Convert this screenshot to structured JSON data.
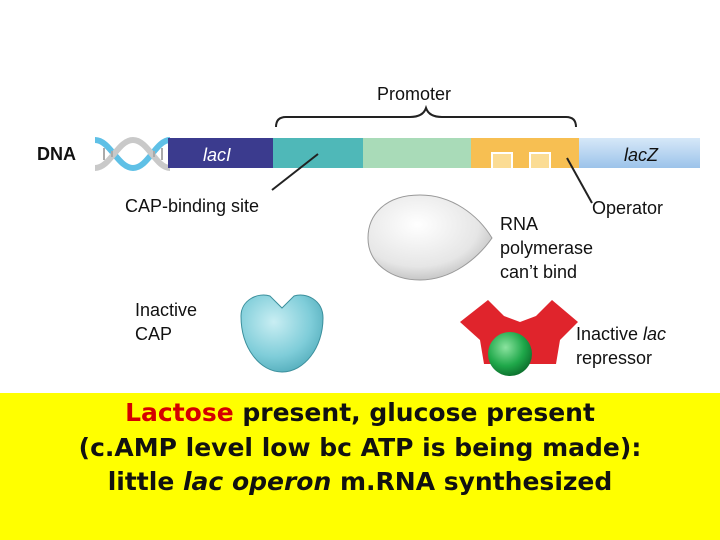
{
  "labels": {
    "promoter": "Promoter",
    "dna": "DNA",
    "lacI": "lacI",
    "lacZ": "lacZ",
    "cap_site": "CAP-binding site",
    "operator": "Operator",
    "rnap_line1": "RNA",
    "rnap_line2": "polymerase",
    "rnap_line3": "can’t bind",
    "cap_line1": "Inactive",
    "cap_line2": "CAP",
    "rep_line1": "Inactive ",
    "rep_line1_em": "lac",
    "rep_line2": "repressor"
  },
  "caption": {
    "l1_red": "Lactose",
    "l1_rest": " present, glucose present",
    "l2": "(c.AMP level low bc ATP is being made):",
    "l3_a": "little ",
    "l3_em": "lac operon",
    "l3_b": " m.RNA synthesized"
  },
  "colors": {
    "lacI": "#3b3b8e",
    "cap_site": "#4fb8b8",
    "promoter_mid": "#a9dbb8",
    "operator": "#f7bf52",
    "lacZ": "#b3d3f2",
    "cap_protein": "#7fcdd9",
    "repressor": "#e0242c",
    "inducer": "#1fa84a",
    "caption_bg": "#ffff00"
  }
}
